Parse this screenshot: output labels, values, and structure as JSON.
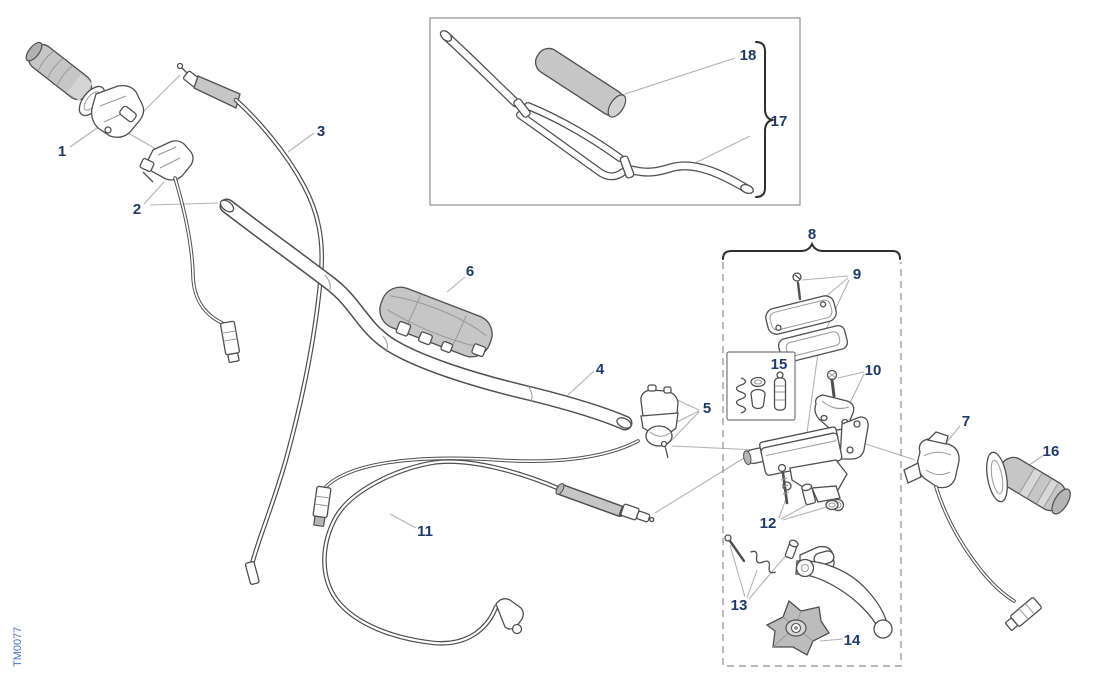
{
  "drawing_code": "TM0077",
  "part_labels": [
    "1",
    "2",
    "3",
    "4",
    "5",
    "6",
    "7",
    "8",
    "9",
    "10",
    "11",
    "12",
    "13",
    "14",
    "15",
    "16",
    "17",
    "18"
  ],
  "colors": {
    "label": "#1e3a66",
    "watermark": "#4a6fbf",
    "line": "#4f4f4f",
    "leader": "#b3b3b3",
    "gray": "#c6c6c6",
    "border": "#8f8f8f"
  }
}
